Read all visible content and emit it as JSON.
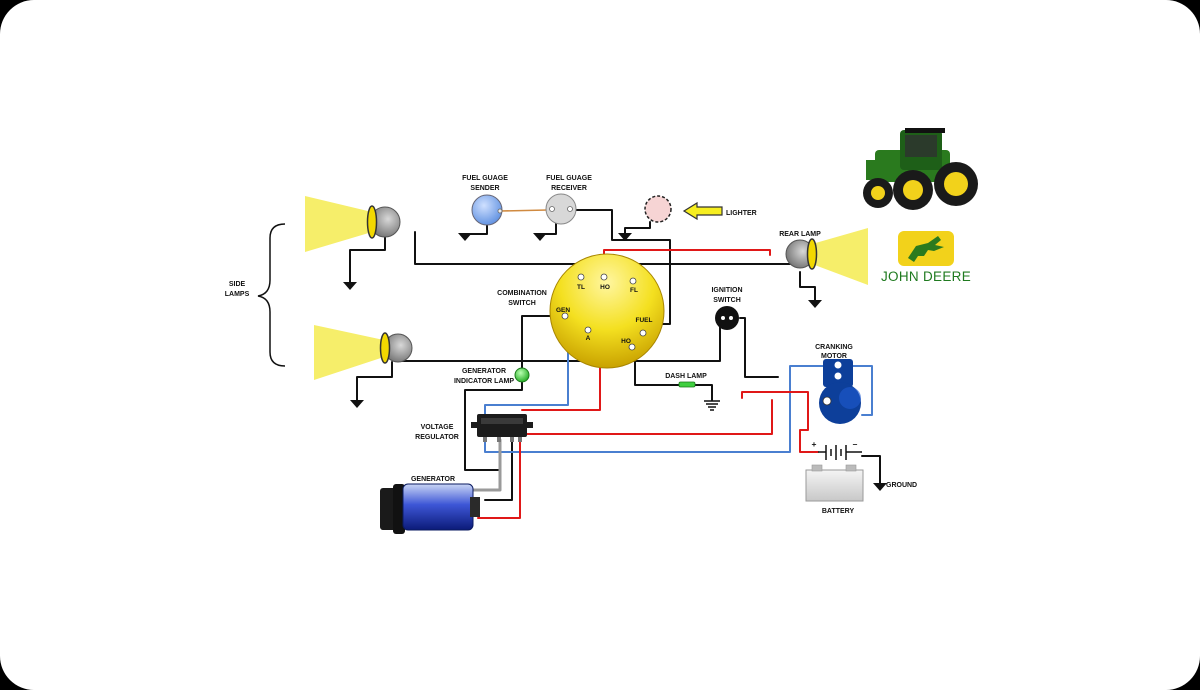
{
  "diagram": {
    "brand": "JOHN DEERE",
    "labels": {
      "side_lamps_1": "SIDE",
      "side_lamps_2": "LAMPS",
      "fuel_sender_1": "FUEL GUAGE",
      "fuel_sender_2": "SENDER",
      "fuel_receiver_1": "FUEL GUAGE",
      "fuel_receiver_2": "RECEIVER",
      "lighter": "LIGHTER",
      "rear_lamp": "REAR LAMP",
      "combination_switch_1": "COMBINATION",
      "combination_switch_2": "SWITCH",
      "ignition_switch_1": "IGNITION",
      "ignition_switch_2": "SWITCH",
      "generator_indicator_1": "GENERATOR",
      "generator_indicator_2": "INDICATOR LAMP",
      "dash_lamp": "DASH LAMP",
      "cranking_motor_1": "CRANKING",
      "cranking_motor_2": "MOTOR",
      "voltage_regulator_1": "VOLTAGE",
      "voltage_regulator_2": "REGULATOR",
      "generator": "GENERATOR",
      "battery": "BATTERY",
      "ground": "GROUND",
      "battery_plus": "+",
      "battery_minus": "–"
    },
    "terminals": {
      "tl": "TL",
      "ho_top": "HO",
      "fl": "FL",
      "gen": "GEN",
      "a": "A",
      "fuel": "FUEL",
      "ho_bottom": "HO"
    },
    "colors": {
      "wire_black": "#111111",
      "wire_red": "#e01818",
      "wire_blue": "#4a7fd0",
      "wire_orange": "#d08a40",
      "wire_gray": "#9a9a9a",
      "lamp_glow": "#f6ee6a",
      "switch_yellow": "#f4e020",
      "indicator_green": "#2fc42f",
      "motor_blue": "#0d3f9a",
      "deere_green": "#2a7a1e",
      "deere_yellow": "#f2d21b"
    }
  }
}
